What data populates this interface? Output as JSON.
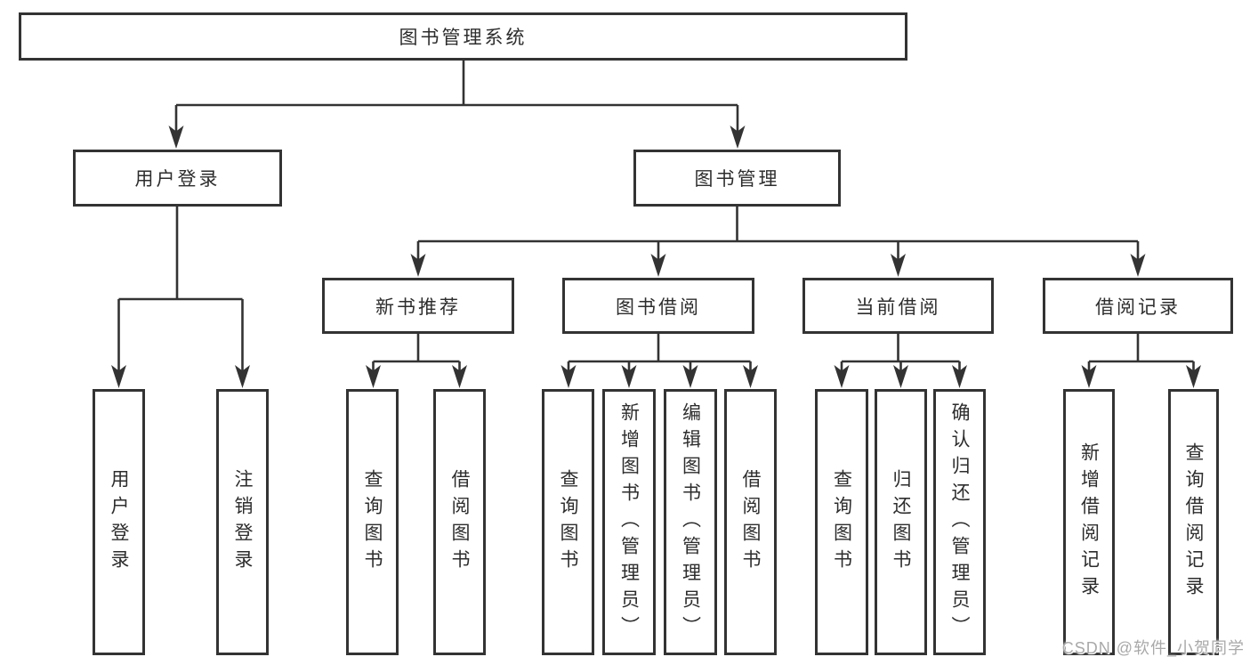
{
  "diagram": {
    "root": "图书管理系统",
    "level2": [
      {
        "label": "用户登录"
      },
      {
        "label": "图书管理"
      }
    ],
    "level3": [
      {
        "label": "新书推荐"
      },
      {
        "label": "图书借阅"
      },
      {
        "label": "当前借阅"
      },
      {
        "label": "借阅记录"
      }
    ],
    "leaves": [
      {
        "label": "用户登录",
        "parent": "用户登录"
      },
      {
        "label": "注销登录",
        "parent": "用户登录"
      },
      {
        "label": "查询图书",
        "parent": "新书推荐"
      },
      {
        "label": "借阅图书",
        "parent": "新书推荐"
      },
      {
        "label": "查询图书",
        "parent": "图书借阅"
      },
      {
        "label": "新增图书（管理员）",
        "parent": "图书借阅"
      },
      {
        "label": "编辑图书（管理员）",
        "parent": "图书借阅"
      },
      {
        "label": "借阅图书",
        "parent": "图书借阅"
      },
      {
        "label": "查询图书",
        "parent": "当前借阅"
      },
      {
        "label": "归还图书",
        "parent": "当前借阅"
      },
      {
        "label": "确认归还（管理员）",
        "parent": "当前借阅"
      },
      {
        "label": "新增借阅记录",
        "parent": "借阅记录"
      },
      {
        "label": "查询借阅记录",
        "parent": "借阅记录"
      }
    ],
    "colors": {
      "line": "#333333",
      "box_fill": "#ffffff",
      "text": "#2d2d2d",
      "watermark": "#a9a9a9"
    }
  },
  "watermark": "CSDN @软件_小贺同学"
}
